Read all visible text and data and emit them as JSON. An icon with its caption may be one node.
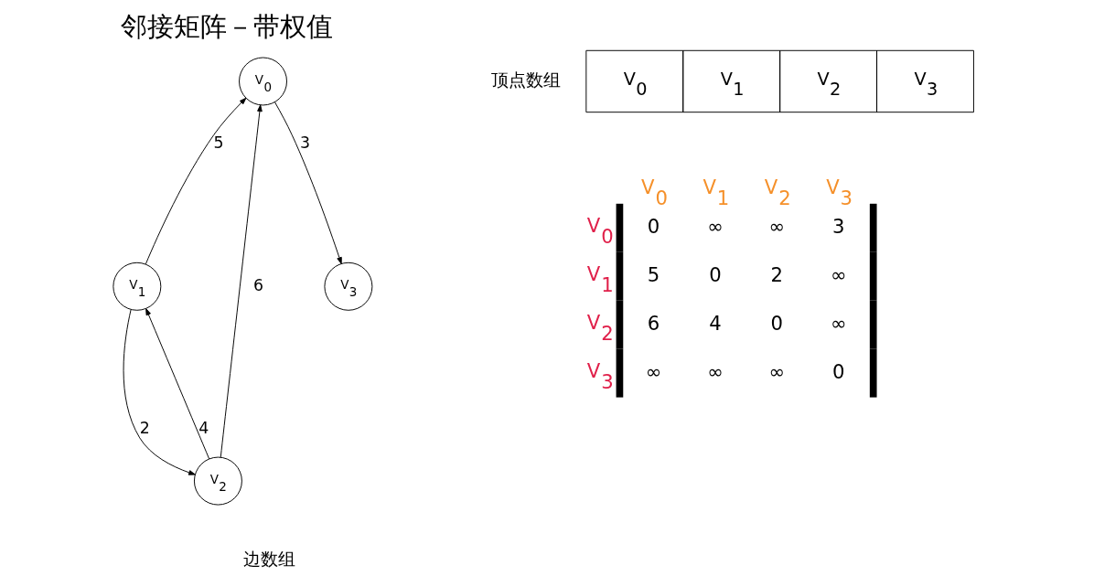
{
  "diagram": {
    "title": "邻接矩阵－带权值",
    "nodes": [
      {
        "text": [
          "V$_{0}$"
        ]
      },
      {
        "text": [
          "V$_{1}$"
        ]
      },
      {
        "text": [
          "V$_{3}$"
        ]
      },
      {
        "text": [
          "V$_{2}$"
        ]
      }
    ],
    "edges": [
      {
        "from": 1,
        "to": 0,
        "arrow": "to",
        "label": "5"
      },
      {
        "from": 0,
        "to": 2,
        "arrow": "to",
        "label": "3"
      },
      {
        "from": 3,
        "to": 0,
        "arrow": "to",
        "label": "6"
      },
      {
        "from": 1,
        "to": 3,
        "arrow": "to",
        "label": "2"
      },
      {
        "from": 3,
        "to": 1,
        "arrow": "to",
        "label": "4"
      }
    ],
    "labels": [
      "顶点数组",
      "V$_{0}$",
      "V$_{1}$",
      "V$_{2}$",
      "V$_{3}$",
      "V$_{0}$",
      "V$_{1}$",
      "V$_{2}$",
      "V$_{3}$",
      "V$_{0}$",
      "0",
      "∞",
      "∞",
      "3",
      "V$_{1}$",
      "5",
      "0",
      "2",
      "∞",
      "V$_{2}$",
      "6",
      "4",
      "0",
      "∞",
      "V$_{3}$",
      "∞",
      "∞",
      "∞",
      "0",
      "边数组"
    ]
  }
}
